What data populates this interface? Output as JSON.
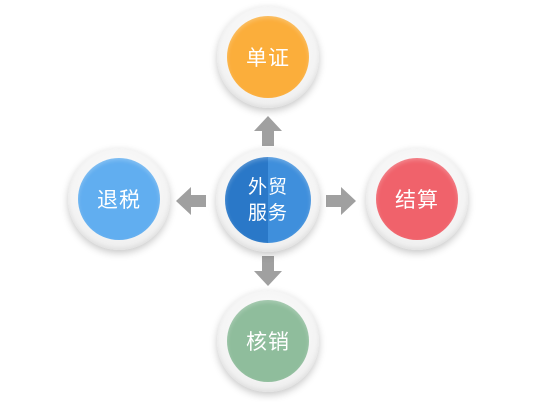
{
  "center": {
    "line1": "外贸",
    "line2": "服务"
  },
  "nodes": {
    "top": "单证",
    "left": "退税",
    "right": "结算",
    "bottom": "核销"
  },
  "colors": {
    "top": "#fbae3b",
    "left": "#61aef0",
    "right": "#f0626b",
    "bottom": "#8fbd9c",
    "center": "#2a78c8",
    "arrow": "#a0a0a0"
  }
}
